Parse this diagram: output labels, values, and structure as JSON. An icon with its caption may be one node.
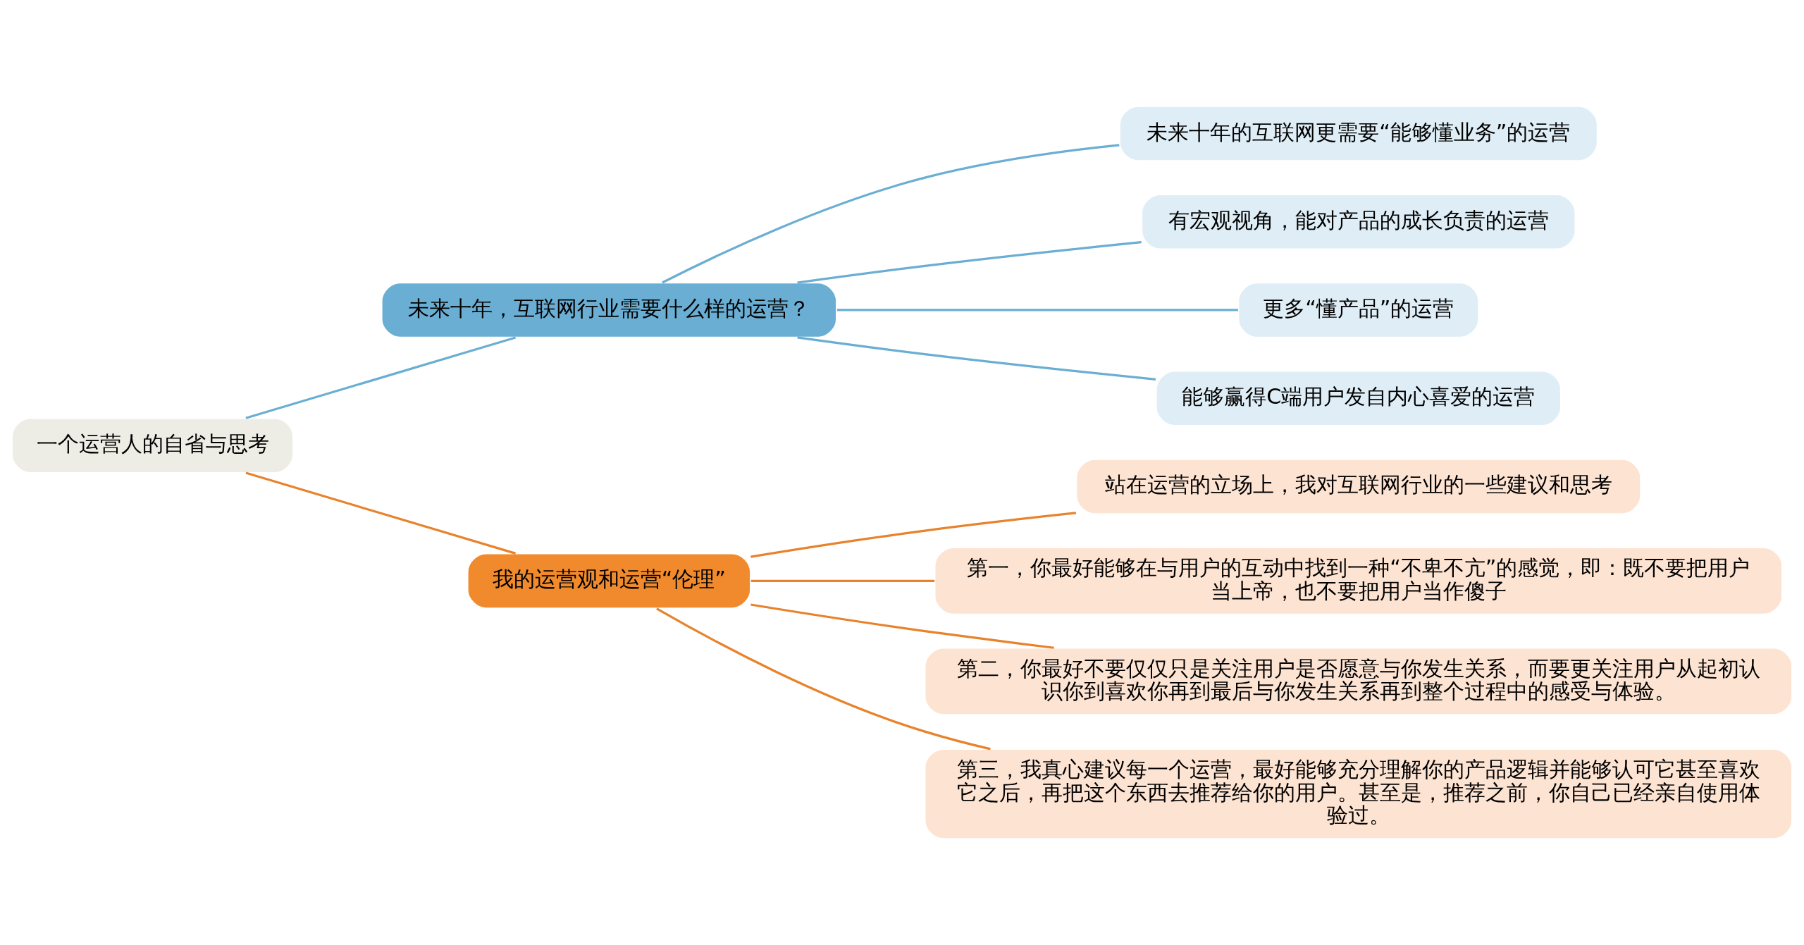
{
  "diagram": {
    "nodes": [
      {
        "text": [
          "一个运营人的自省与思考"
        ]
      },
      {
        "text": [
          "未来十年，互联网行业需要什么样的运营？"
        ]
      },
      {
        "text": [
          "未来十年的互联网更需要“能够懂业务”的运营"
        ]
      },
      {
        "text": [
          "有宏观视角，能对产品的成长负责的运营"
        ]
      },
      {
        "text": [
          "更多“懂产品”的运营"
        ]
      },
      {
        "text": [
          "能够赢得C端用户发自内心喜爱的运营"
        ]
      },
      {
        "text": [
          "我的运营观和运营“伦理”"
        ]
      },
      {
        "text": [
          "站在运营的立场上，我对互联网行业的一些建议和思考"
        ]
      },
      {
        "text": [
          "第一，你最好能够在与用户的互动中找到一种“不卑不亢”的感觉，即：既不要把用户当上帝，也不要把用户当作傻子"
        ]
      },
      {
        "text": [
          "第二，你最好不要仅仅只是关注用户是否愿意与你发生关系，而要更关注用户从起初认识你到喜欢你再到最后与你发生关系再到整个过程中的感受与体验。"
        ]
      },
      {
        "text": [
          "第三，我真心建议每一个运营，最好能够充分理解你的产品逻辑并能够认可它甚至喜欢它之后，再把这个东西去推荐给你的用户。甚至是，推荐之前，你自己已经亲自使用体验过。"
        ]
      }
    ],
    "edges": [
      {
        "from": 0,
        "to": 1,
        "arrow": "none",
        "color": "#6aaed3"
      },
      {
        "from": 1,
        "to": 2,
        "arrow": "none",
        "color": "#6aaed3"
      },
      {
        "from": 1,
        "to": 3,
        "arrow": "none",
        "color": "#6aaed3"
      },
      {
        "from": 1,
        "to": 4,
        "arrow": "none",
        "color": "#6aaed3"
      },
      {
        "from": 1,
        "to": 5,
        "arrow": "none",
        "color": "#6aaed3"
      },
      {
        "from": 0,
        "to": 6,
        "arrow": "none",
        "color": "#e8822b"
      },
      {
        "from": 6,
        "to": 7,
        "arrow": "none",
        "color": "#e8822b"
      },
      {
        "from": 6,
        "to": 8,
        "arrow": "none",
        "color": "#e8822b"
      },
      {
        "from": 6,
        "to": 9,
        "arrow": "none",
        "color": "#e8822b"
      },
      {
        "from": 6,
        "to": 10,
        "arrow": "none",
        "color": "#e8822b"
      }
    ]
  }
}
